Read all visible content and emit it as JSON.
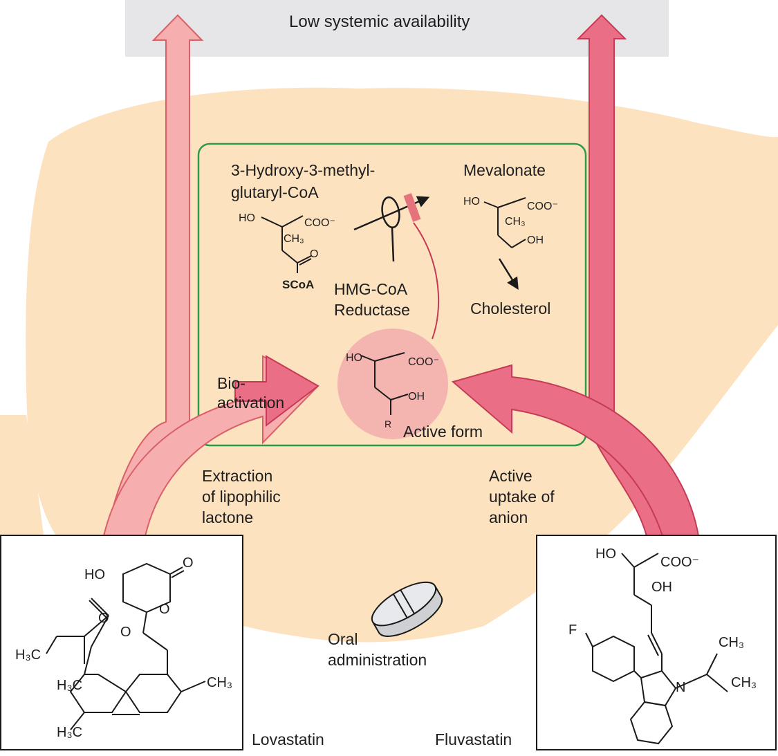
{
  "banner": {
    "text": "Low systemic availability"
  },
  "hmg": {
    "name_line1": "3-Hydroxy-3-methyl-",
    "name_line2": "glutaryl-CoA",
    "ho": "HO",
    "coo": "COO⁻",
    "ch3": "CH₃",
    "o": "O",
    "scoa": "SCoA"
  },
  "enzyme": {
    "line1": "HMG-CoA",
    "line2": "Reductase"
  },
  "mevalonate": {
    "title": "Mevalonate",
    "ho": "HO",
    "coo": "COO⁻",
    "ch3": "CH₃",
    "oh": "OH"
  },
  "cholesterol": "Cholesterol",
  "active": {
    "ho": "HO",
    "coo": "COO⁻",
    "oh": "OH",
    "r": "R",
    "label": "Active form"
  },
  "bioactivation": {
    "line1": "Bio-",
    "line2": "activation"
  },
  "extraction": {
    "line1": "Extraction",
    "line2": "of lipophilic",
    "line3": "lactone"
  },
  "uptake": {
    "line1": "Active",
    "line2": "uptake of",
    "line3": "anion"
  },
  "oral": {
    "line1": "Oral",
    "line2": "administration"
  },
  "lovastatin": {
    "name": "Lovastatin",
    "ho": "HO",
    "o1": "O",
    "o2": "O",
    "o3": "O",
    "o4": "O",
    "h3c1": "H₃C",
    "h3c2": "H₃C",
    "h3c3": "H₃C",
    "ch3": "CH₃"
  },
  "fluvastatin": {
    "name": "Fluvastatin",
    "ho": "HO",
    "coo": "COO⁻",
    "oh": "OH",
    "f": "F",
    "n": "N",
    "ch3a": "CH₃",
    "ch3b": "CH₃"
  },
  "colors": {
    "liver": "#fde2c0",
    "banner": "#e6e6e8",
    "cell_border": "#2e9a48",
    "arrow_pink": "#f6aeae",
    "arrow_pink_stroke": "#d95f68",
    "arrow_red": "#ea6f86",
    "arrow_red_stroke": "#c63a55",
    "inhibit_bar": "#e5737c"
  }
}
